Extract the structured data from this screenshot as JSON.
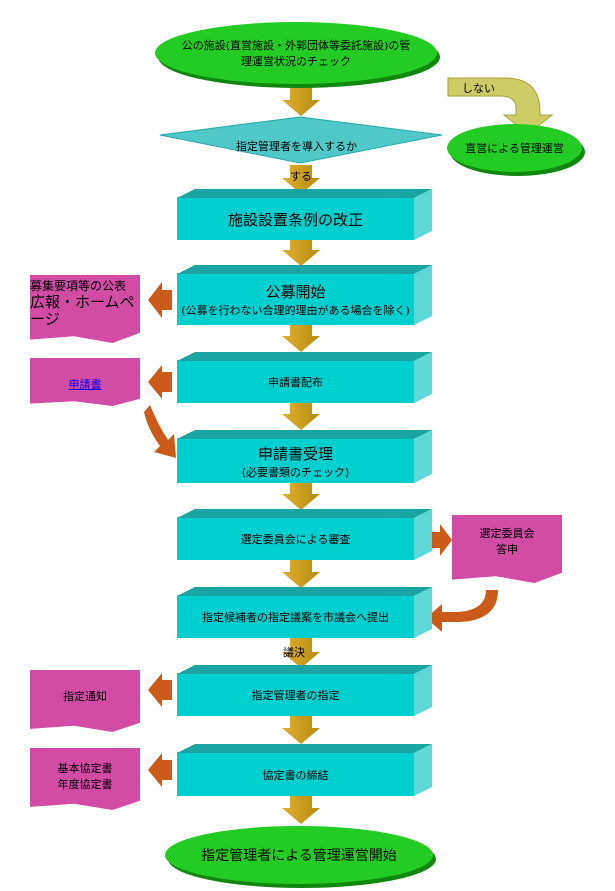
{
  "start": "公の施設(直営施設・外郭団体等委託施設)の管理運営状況のチェック",
  "decision": "指定管理者を導入するか",
  "no_label": "しない",
  "yes_label": "する",
  "direct_operation": "直営による管理運営",
  "steps": {
    "ordinance": "施設設置条例の改正",
    "recruit_title": "公募開始",
    "recruit_note": "(公募を行わない合理的理由がある場合を除く)",
    "distribute": "申請書配布",
    "receive_title": "申請書受理",
    "receive_note": "(必要書類のチェック)",
    "review": "選定委員会による審査",
    "submit": "指定候補者の指定議案を市議会へ提出",
    "resolution": "議決",
    "designate": "指定管理者の指定",
    "agreement": "協定書の締結"
  },
  "end": "指定管理者による管理運営開始",
  "docs": {
    "publicity_line1": "募集要項等の公表",
    "publicity_line2": "広報・ホームページ",
    "application_form": "申請書",
    "committee_report": "選定委員会答申",
    "notice": "指定通知",
    "agreements_line1": "基本協定書",
    "agreements_line2": "年度協定書"
  },
  "colors": {
    "process": "#00cfcf",
    "terminator": "#22cc22",
    "document": "#d24ca6",
    "arrow": "#d4a017",
    "side_arrow": "#cc5a1a"
  }
}
